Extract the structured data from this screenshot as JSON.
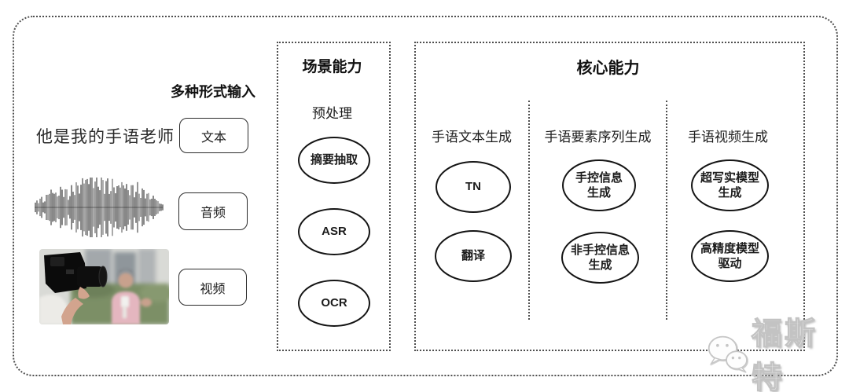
{
  "input_section": {
    "title": "多种形式输入",
    "sentence": "他是我的手语老师",
    "items": [
      {
        "label": "文本"
      },
      {
        "label": "音频"
      },
      {
        "label": "视频"
      }
    ],
    "media": {
      "waveform": "audio-waveform-graphic",
      "photo": "camera-filming-reporter-photo"
    }
  },
  "scene_section": {
    "title": "场景能力",
    "subtitle": "预处理",
    "nodes": [
      [
        "摘要抽取"
      ],
      [
        "ASR"
      ],
      [
        "OCR"
      ]
    ]
  },
  "core_section": {
    "title": "核心能力",
    "columns": [
      {
        "label": "手语文本生成",
        "nodes": [
          [
            "TN"
          ],
          [
            "翻译"
          ]
        ]
      },
      {
        "label": "手语要素序列生成",
        "nodes": [
          [
            "手控信息",
            "生成"
          ],
          [
            "非手控信息",
            "生成"
          ]
        ]
      },
      {
        "label": "手语视频生成",
        "nodes": [
          [
            "超写实模型",
            "生成"
          ],
          [
            "高精度模型",
            "驱动"
          ]
        ]
      }
    ]
  },
  "watermark": {
    "text": "福斯特"
  }
}
